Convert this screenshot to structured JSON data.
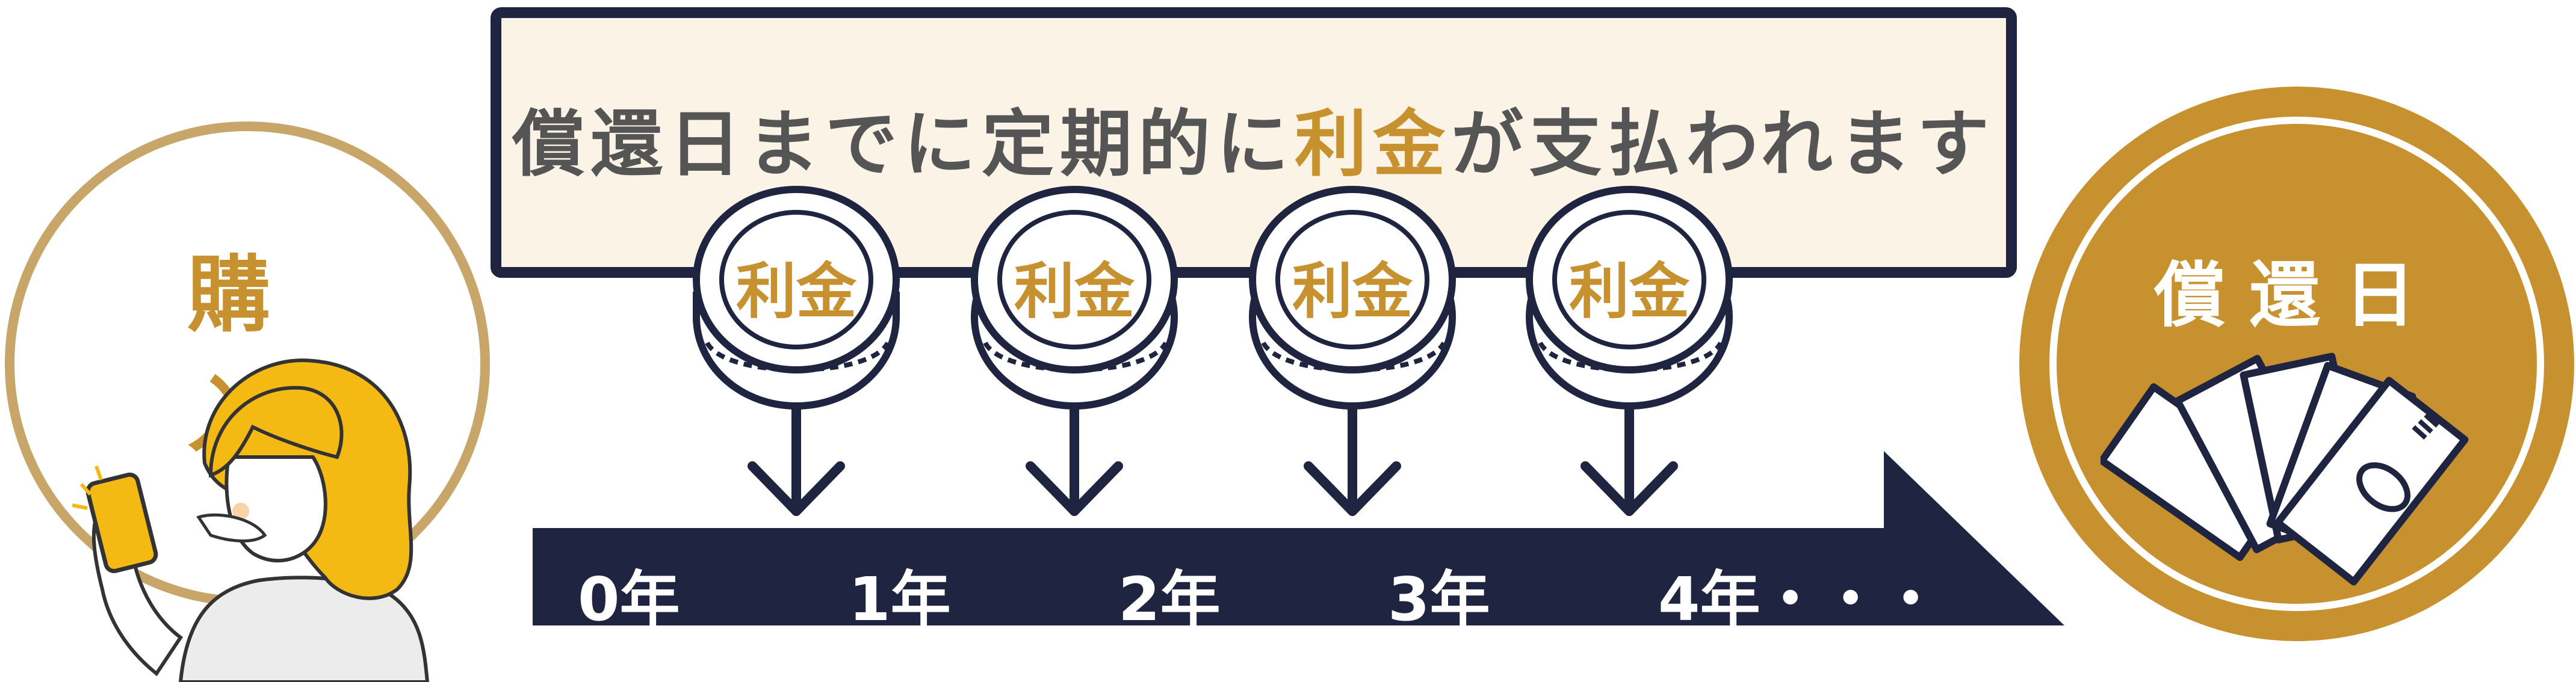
{
  "purchase": {
    "label": "購 入"
  },
  "banner": {
    "title_pre": "償還日までに定期的に",
    "title_highlight": "利金",
    "title_post": "が支払われます"
  },
  "coins": [
    {
      "label": "利金"
    },
    {
      "label": "利金"
    },
    {
      "label": "利金"
    },
    {
      "label": "利金"
    }
  ],
  "timeline": {
    "years": [
      "0年",
      "1年",
      "2年",
      "3年",
      "4年・・・"
    ]
  },
  "maturity": {
    "label": "償還日"
  },
  "colors": {
    "navy": "#1F2540",
    "gold": "#C8912F",
    "light_gold": "#C8A66A",
    "banner_bg": "#FBF3E5",
    "text_gray": "#555555"
  }
}
